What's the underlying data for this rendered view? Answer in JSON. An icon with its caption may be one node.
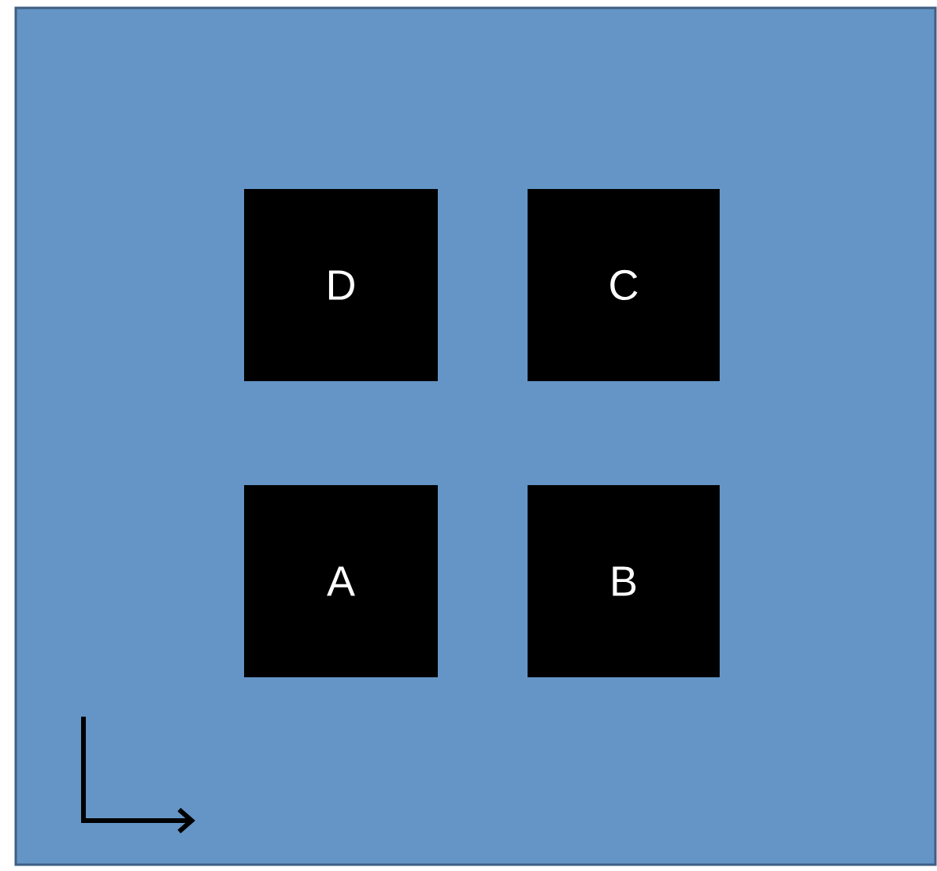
{
  "diagram": {
    "nodes": [
      {
        "text": [],
        "shape": "box"
      },
      {
        "text": [
          "D"
        ],
        "in": 0
      },
      {
        "text": [
          "C"
        ],
        "in": 0
      },
      {
        "text": [
          "A"
        ],
        "in": 0
      },
      {
        "text": [
          "B"
        ],
        "in": 0
      }
    ]
  }
}
